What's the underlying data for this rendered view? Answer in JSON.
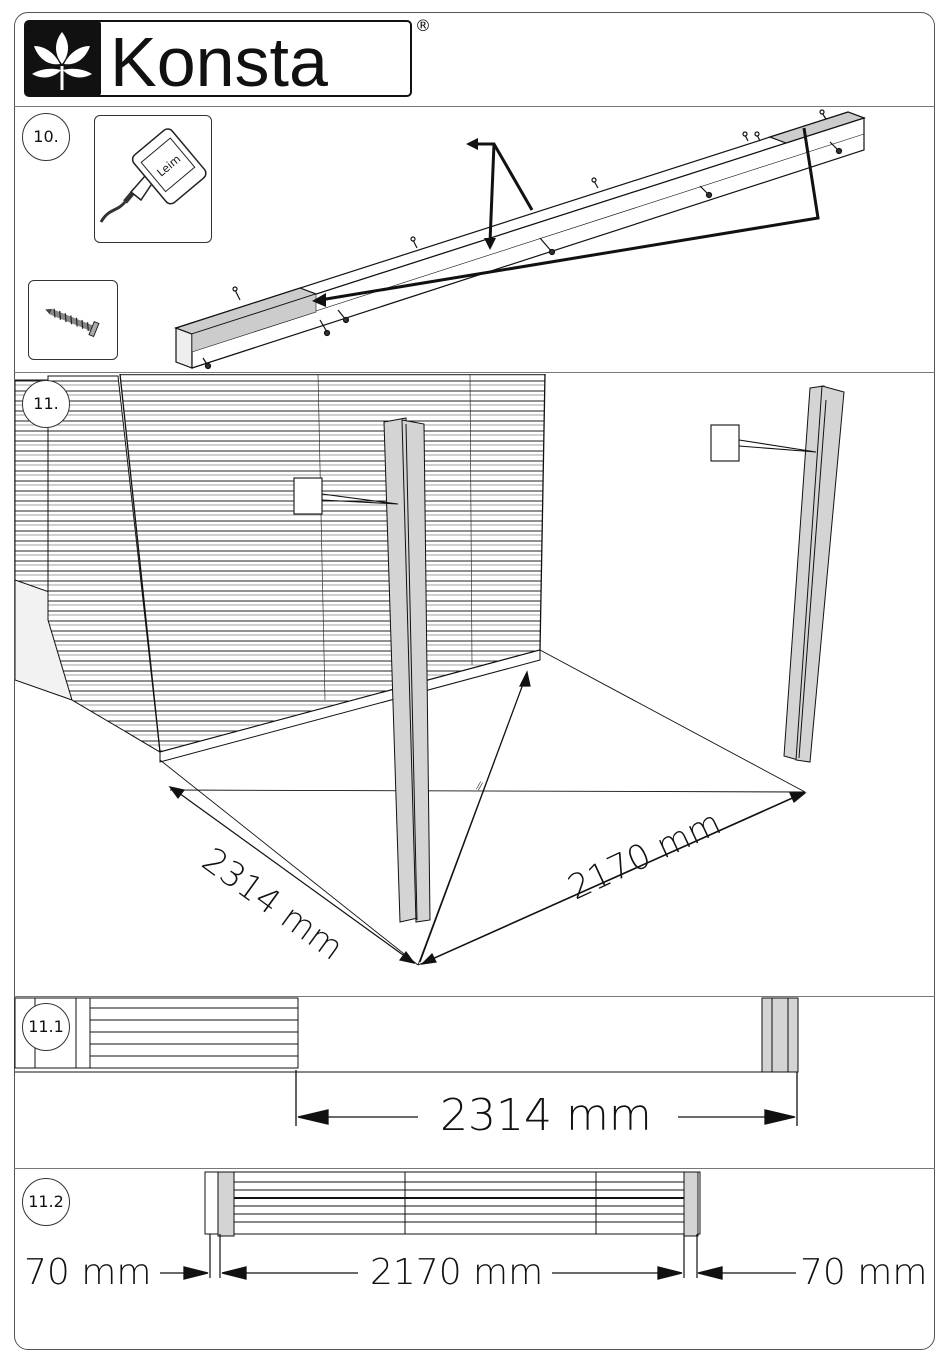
{
  "header": {
    "brand": "Konsta",
    "registered": "®"
  },
  "step10": {
    "number": "10.",
    "glue_label": "Leim"
  },
  "step11": {
    "number": "11.",
    "depth_dim": "2314 mm",
    "width_dim": "2170 mm",
    "equal_mark": "="
  },
  "step11_1": {
    "number": "11.1",
    "dim": "2314 mm"
  },
  "step11_2": {
    "number": "11.2",
    "left_dim": "70 mm",
    "center_dim": "2170 mm",
    "right_dim": "70 mm"
  },
  "colors": {
    "beam_fill": "#d4d4d4",
    "line": "#111111"
  }
}
